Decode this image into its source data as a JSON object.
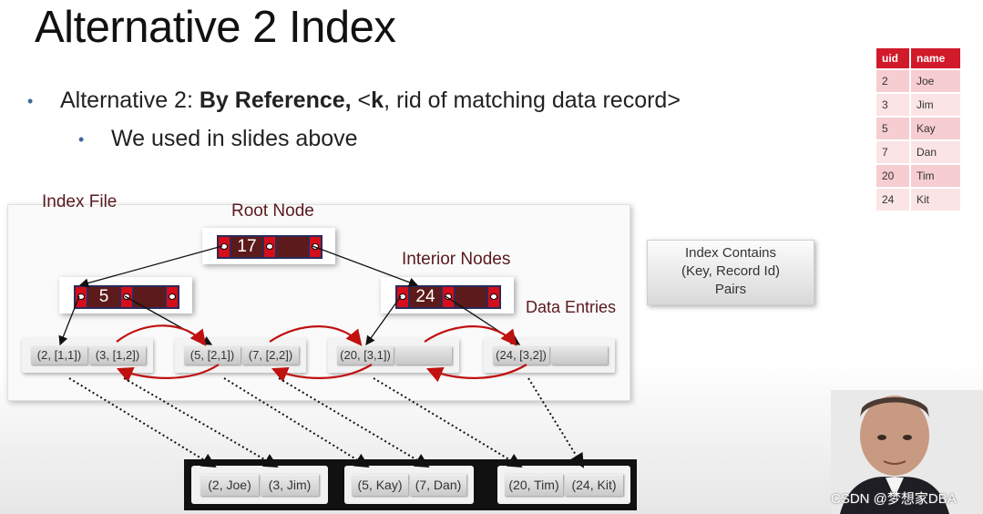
{
  "slide": {
    "title": "Alternative 2 Index",
    "bullet1": {
      "prefix": "Alternative 2: ",
      "bold": "By Reference,",
      "lt": " <",
      "k": "k",
      "rest": ", rid of matching data record>"
    },
    "bullet2": "We used in slides above"
  },
  "user_table": {
    "headers": [
      "uid",
      "name"
    ],
    "rows": [
      [
        "2",
        "Joe"
      ],
      [
        "3",
        "Jim"
      ],
      [
        "5",
        "Kay"
      ],
      [
        "7",
        "Dan"
      ],
      [
        "20",
        "Tim"
      ],
      [
        "24",
        "Kit"
      ]
    ]
  },
  "diagram": {
    "index_file_label": "Index File",
    "root_node_label": "Root Node",
    "interior_nodes_label": "Interior Nodes",
    "data_entries_label": "Data Entries",
    "root_key": "17",
    "interior_keys": [
      "5",
      "24"
    ],
    "leaf_entries": [
      [
        "(2, [1,1])",
        "(3, [1,2])"
      ],
      [
        "(5, [2,1])",
        "(7, [2,2])"
      ],
      [
        "(20, [3,1])",
        ""
      ],
      [
        "(24, [3,2])",
        ""
      ]
    ],
    "index_contains": [
      "Index Contains",
      "(Key, Record Id)",
      "Pairs"
    ],
    "data_records": [
      [
        "(2, Joe)",
        "(3, Jim)"
      ],
      [
        "(5, Kay)",
        "(7, Dan)"
      ],
      [
        "(20, Tim)",
        "(24, Kit)"
      ]
    ]
  },
  "watermark": "CSDN @梦想家DBA",
  "colors": {
    "accent": "#d11a2a",
    "node": "#5c1a1a",
    "label": "#5a1a1e"
  }
}
